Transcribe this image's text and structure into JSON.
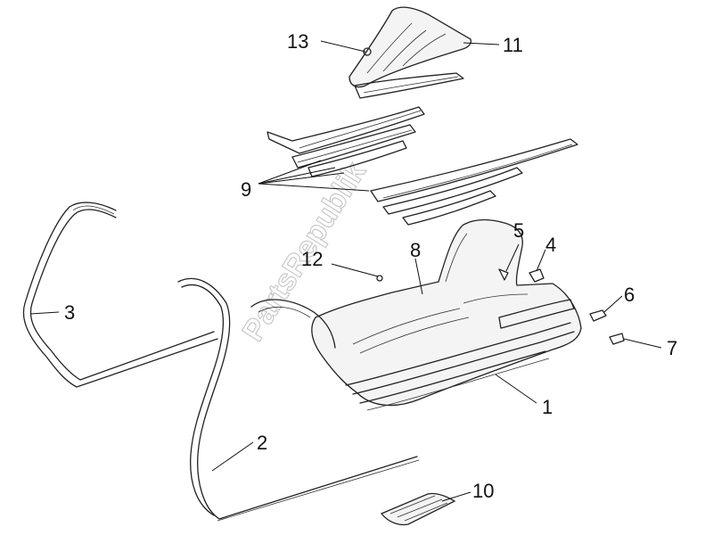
{
  "watermark": "PartsRepublik",
  "callouts": [
    "1",
    "2",
    "3",
    "4",
    "5",
    "6",
    "7",
    "8",
    "9",
    "10",
    "11",
    "12",
    "13"
  ]
}
